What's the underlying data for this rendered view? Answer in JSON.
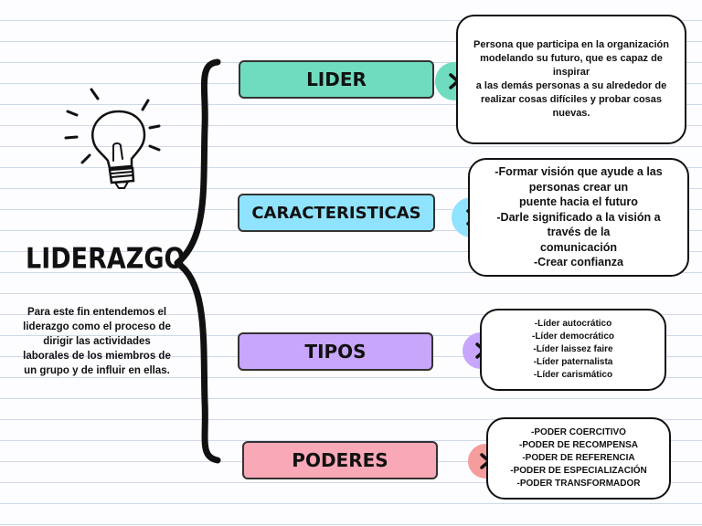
{
  "main_topic": {
    "title": "LIDERAZGO",
    "description": "Para este fin entendemos el liderazgo como el proceso de dirigir las actividades laborales de los miembros de un grupo y de influir en ellas."
  },
  "branches": [
    {
      "label": "LIDER",
      "color": "#6fdcbf",
      "arrow_color": "#6fdcbf",
      "lines": [
        "Persona que participa en la organización",
        "modelando su futuro, que es capaz de inspirar",
        "a las demás personas a su alrededor de",
        "realizar cosas difíciles y probar cosas nuevas."
      ]
    },
    {
      "label": "CARACTERISTICAS",
      "color": "#8fe3ff",
      "arrow_color": "#8fe3ff",
      "lines": [
        "-Formar visión que ayude a las personas crear un",
        "puente hacia el futuro",
        "-Darle significado a la visión a través de la",
        "comunicación",
        "-Crear confianza"
      ]
    },
    {
      "label": "TIPOS",
      "color": "#c8a6fb",
      "arrow_color": "#c8a6fb",
      "lines": [
        "-Líder autocrático",
        "-Líder democrático",
        "-Líder laissez faire",
        "-Líder paternalista",
        "-Líder carismático"
      ]
    },
    {
      "label": "PODERES",
      "color": "#f9a8b7",
      "arrow_color": "#f59c9c",
      "lines": [
        "-PODER COERCITIVO",
        "-PODER DE RECOMPENSA",
        "-PODER DE REFERENCIA",
        "-PODER DE ESPECIALIZACIÓN",
        "-PODER TRANSFORMADOR"
      ]
    }
  ],
  "icons": {
    "lightbulb": "lightbulb-icon",
    "arrow": "chevron-right-icon",
    "brace": "curly-brace"
  }
}
